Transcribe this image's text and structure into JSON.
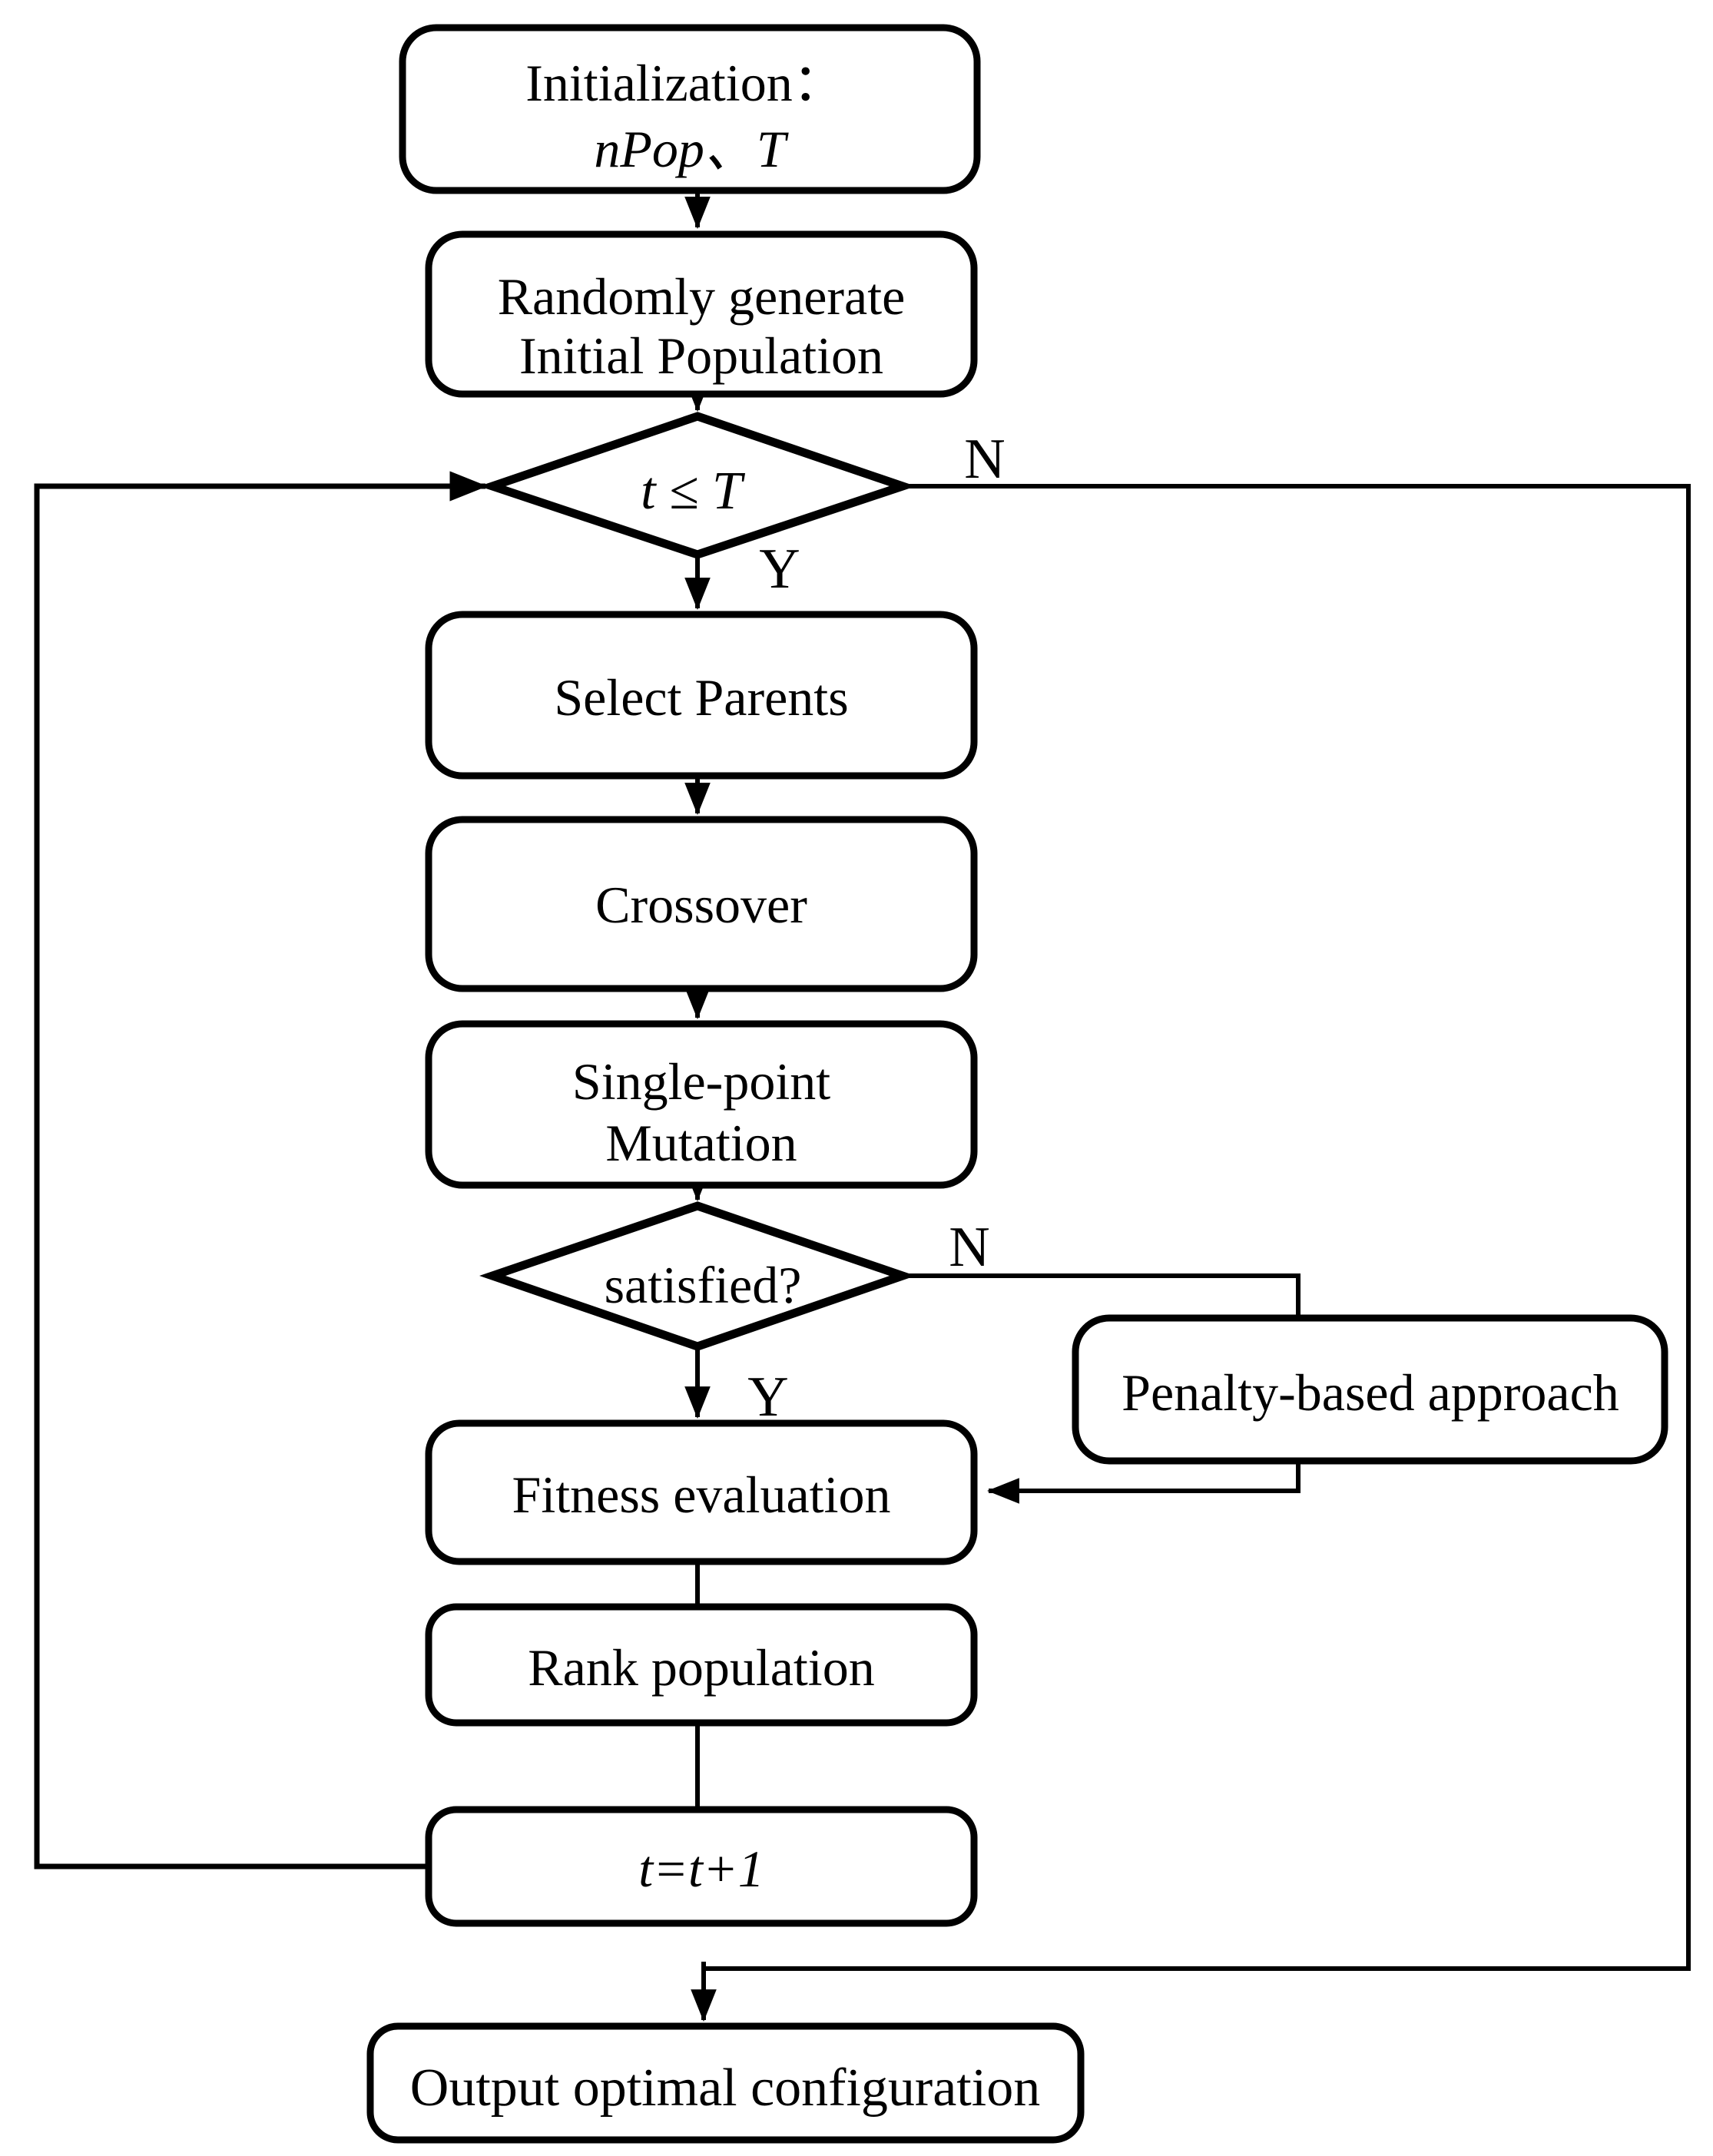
{
  "diagram": {
    "type": "flowchart",
    "colors": {
      "stroke": "#000000",
      "text": "#000000",
      "background": "#ffffff"
    },
    "nodes": {
      "init": {
        "shape": "rounded-rect",
        "lines": [
          "Initialization：",
          "nPop、T"
        ]
      },
      "generate": {
        "shape": "rounded-rect",
        "lines": [
          "Randomly generate",
          "Initial Population"
        ]
      },
      "iter_check": {
        "shape": "diamond",
        "label": "t ≤ T"
      },
      "select": {
        "shape": "rounded-rect",
        "label": "Select Parents"
      },
      "crossover": {
        "shape": "rounded-rect",
        "label": "Crossover"
      },
      "mutation": {
        "shape": "rounded-rect",
        "lines": [
          "Single-point",
          "Mutation"
        ]
      },
      "constraint_check": {
        "shape": "diamond",
        "label": "satisfied?"
      },
      "penalty": {
        "shape": "rounded-rect",
        "label": "Penalty-based approach"
      },
      "fitness": {
        "shape": "rounded-rect",
        "label": "Fitness evaluation"
      },
      "rank": {
        "shape": "rounded-rect",
        "label": "Rank population"
      },
      "increment": {
        "shape": "rounded-rect",
        "label": "t=t+1"
      },
      "output": {
        "shape": "rounded-rect",
        "label": "Output optimal configuration"
      }
    },
    "edge_labels": {
      "iter_no": "N",
      "iter_yes": "Y",
      "constraint_no": "N",
      "constraint_yes": "Y"
    },
    "edges": [
      {
        "from": "init",
        "to": "generate"
      },
      {
        "from": "generate",
        "to": "iter_check"
      },
      {
        "from": "iter_check",
        "to": "select",
        "label": "Y"
      },
      {
        "from": "iter_check",
        "to": "output",
        "label": "N"
      },
      {
        "from": "select",
        "to": "crossover"
      },
      {
        "from": "crossover",
        "to": "mutation"
      },
      {
        "from": "mutation",
        "to": "constraint_check"
      },
      {
        "from": "constraint_check",
        "to": "fitness",
        "label": "Y"
      },
      {
        "from": "constraint_check",
        "to": "penalty",
        "label": "N"
      },
      {
        "from": "penalty",
        "to": "fitness"
      },
      {
        "from": "fitness",
        "to": "rank"
      },
      {
        "from": "rank",
        "to": "increment"
      },
      {
        "from": "increment",
        "to": "iter_check"
      }
    ]
  }
}
